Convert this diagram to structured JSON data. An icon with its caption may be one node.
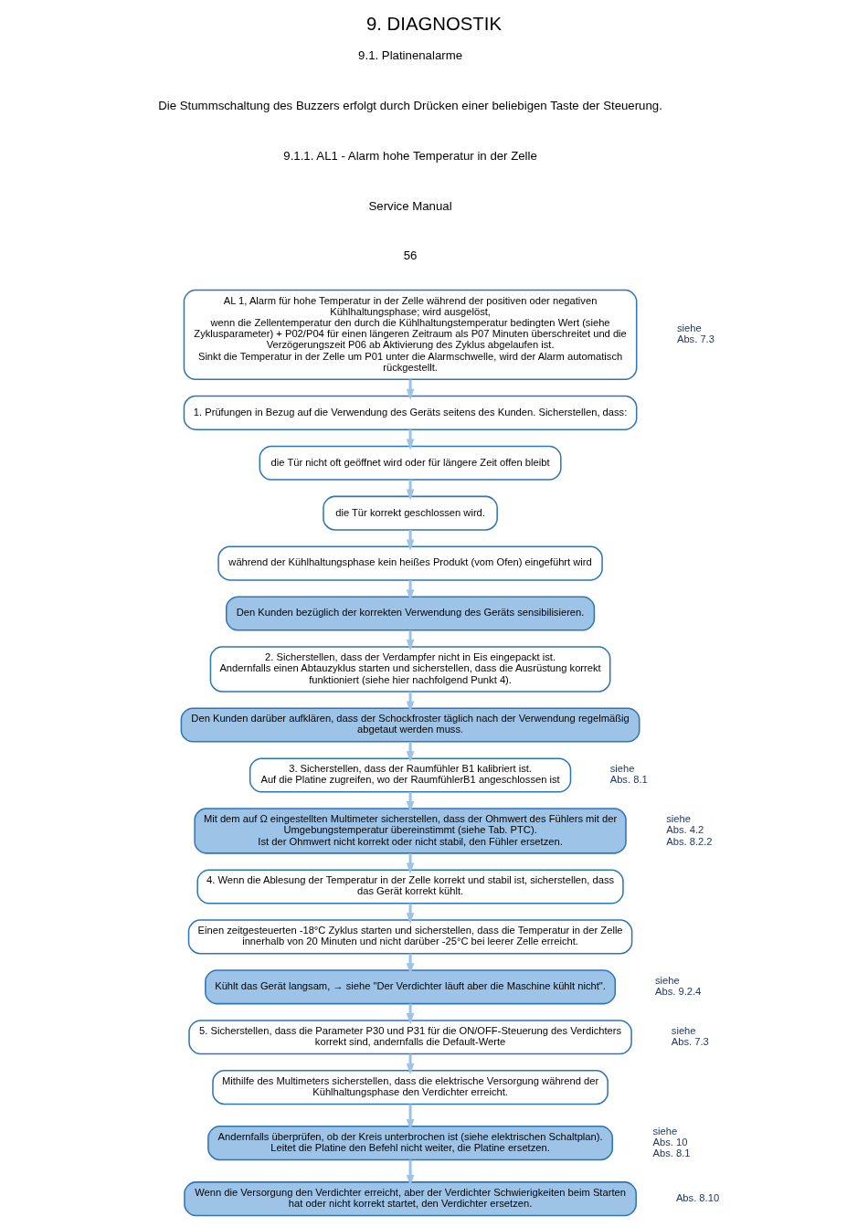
{
  "diagram": {
    "title": "9. DIAGNOSTIK",
    "nodes": [
      {
        "text": [
          "AL 1, Alarm für hohe Temperatur in der Zelle während der positiven oder negativen Kühlhaltungsphase; wird ausgelöst,",
          "wenn die Zellentemperatur den durch die Kühlhaltungstemperatur bedingten Wert (siehe Zyklusparameter) + P02/P04 für einen längeren Zeitraum als P07 Minuten überschreitet und die Verzögerungszeit P06 ab Aktivierung des Zyklus abgelaufen ist.",
          "Sinkt die Temperatur in der Zelle um P01 unter die Alarmschwelle, wird der Alarm automatisch rückgestellt."
        ],
        "beside": [
          "siehe",
          "Abs. 7.3"
        ]
      },
      {
        "text": [
          "1. Prüfungen in Bezug auf die Verwendung des Geräts seitens des Kunden. Sicherstellen, dass:"
        ]
      },
      {
        "text": [
          "die Tür nicht oft geöffnet wird oder für längere Zeit offen bleibt"
        ]
      },
      {
        "text": [
          "die Tür korrekt geschlossen wird."
        ]
      },
      {
        "text": [
          "während der Kühlhaltungsphase kein heißes Produkt (vom Ofen) eingeführt wird"
        ]
      },
      {
        "text": [
          "Den Kunden bezüglich der korrekten Verwendung des Geräts sensibilisieren."
        ]
      },
      {
        "text": [
          "2. Sicherstellen, dass der Verdampfer nicht in Eis eingepackt ist.",
          "Andernfalls einen Abtauzyklus starten und sicherstellen, dass die Ausrüstung korrekt funktioniert (siehe hier nachfolgend Punkt 4)."
        ]
      },
      {
        "text": [
          "Den Kunden darüber aufklären, dass der Schockfroster täglich nach der Verwendung regelmäßig abgetaut werden muss."
        ]
      },
      {
        "text": [
          "3. Sicherstellen, dass der Raumfühler B1 kalibriert ist.",
          "Auf die Platine zugreifen, wo der RaumfühlerB1 angeschlossen ist"
        ],
        "beside": [
          "siehe",
          "Abs. 8.1"
        ]
      },
      {
        "text": [
          "Mit dem auf Ω eingestellten Multimeter sicherstellen, dass der Ohmwert des Fühlers mit der Umgebungstemperatur übereinstimmt (siehe Tab. PTC).",
          "Ist der Ohmwert nicht korrekt oder nicht stabil, den Fühler ersetzen."
        ],
        "beside": [
          "siehe",
          "Abs. 4.2",
          "Abs. 8.2.2"
        ]
      },
      {
        "text": [
          "4. Wenn die Ablesung der Temperatur in der Zelle korrekt und stabil ist, sicherstellen, dass das Gerät korrekt kühlt."
        ]
      },
      {
        "text": [
          "Einen zeitgesteuerten -18°C Zyklus starten und sicherstellen, dass die Temperatur in der Zelle innerhalb von 20 Minuten und nicht darüber -25°C bei leerer Zelle erreicht."
        ]
      },
      {
        "text": [
          "Kühlt das Gerät langsam, → siehe \"Der Verdichter läuft aber die Maschine kühlt nicht\"."
        ],
        "beside": [
          "siehe",
          "Abs. 9.2.4"
        ]
      },
      {
        "text": [
          "5. Sicherstellen, dass die Parameter P30 und P31 für die ON/OFF-Steuerung des Verdichters korrekt sind, andernfalls die Default-Werte"
        ],
        "beside": [
          "siehe",
          "Abs. 7.3"
        ]
      },
      {
        "text": [
          "Mithilfe des Multimeters sicherstellen, dass die elektrische Versorgung während der Kühlhaltungsphase den Verdichter erreicht."
        ]
      },
      {
        "text": [
          "Andernfalls überprüfen, ob der Kreis unterbrochen ist (siehe elektrischen Schaltplan).",
          "Leitet die Platine den Befehl nicht weiter, die Platine ersetzen."
        ],
        "beside": [
          "siehe",
          "Abs. 10",
          "Abs. 8.1"
        ]
      },
      {
        "text": [
          "Wenn die Versorgung den Verdichter erreicht, aber der Verdichter Schwierigkeiten beim Starten hat oder nicht korrekt startet, den Verdichter ersetzen."
        ],
        "beside": [
          "Abs. 8.10"
        ]
      }
    ],
    "edges": [
      {
        "from": 0,
        "to": 1,
        "arrow": "to"
      },
      {
        "from": 1,
        "to": 2,
        "arrow": "to"
      },
      {
        "from": 2,
        "to": 3,
        "arrow": "to"
      },
      {
        "from": 3,
        "to": 4,
        "arrow": "to"
      },
      {
        "from": 4,
        "to": 5,
        "arrow": "to"
      },
      {
        "from": 5,
        "to": 6,
        "arrow": "to"
      },
      {
        "from": 6,
        "to": 7,
        "arrow": "to"
      },
      {
        "from": 7,
        "to": 8,
        "arrow": "to"
      },
      {
        "from": 8,
        "to": 9,
        "arrow": "to"
      },
      {
        "from": 9,
        "to": 10,
        "arrow": "to"
      },
      {
        "from": 10,
        "to": 11,
        "arrow": "to"
      },
      {
        "from": 11,
        "to": 12,
        "arrow": "to"
      },
      {
        "from": 12,
        "to": 13,
        "arrow": "to"
      },
      {
        "from": 13,
        "to": 14,
        "arrow": "to"
      },
      {
        "from": 14,
        "to": 15,
        "arrow": "to"
      },
      {
        "from": 15,
        "to": 16,
        "arrow": "to"
      }
    ],
    "labels": [
      "9.1. Platinenalarme",
      "Die Stummschaltung des Buzzers erfolgt durch Drücken einer beliebigen Taste der Steuerung.",
      "9.1.1. AL1 - Alarm hohe Temperatur in der Zelle",
      "Service Manual",
      "56"
    ]
  }
}
